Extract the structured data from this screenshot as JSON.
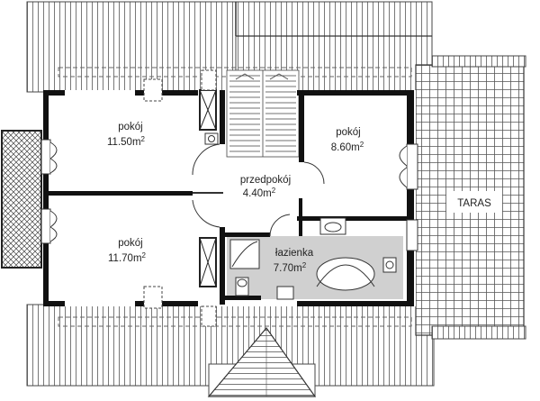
{
  "colors": {
    "wall": "#111111",
    "line": "#444444",
    "bath_fill": "#cfcfcf",
    "background": "#ffffff"
  },
  "rooms": [
    {
      "id": "room-1",
      "name": "pokój",
      "area": "11.50m",
      "unit_sup": "2"
    },
    {
      "id": "room-2",
      "name": "pokój",
      "area": "8.60m",
      "unit_sup": "2"
    },
    {
      "id": "hall",
      "name": "przedpokój",
      "area": "4.40m",
      "unit_sup": "2"
    },
    {
      "id": "room-3",
      "name": "pokój",
      "area": "11.70m",
      "unit_sup": "2"
    },
    {
      "id": "bathroom",
      "name": "łazienka",
      "area": "7.70m",
      "unit_sup": "2"
    }
  ],
  "terrace": {
    "label": "TARAS"
  }
}
